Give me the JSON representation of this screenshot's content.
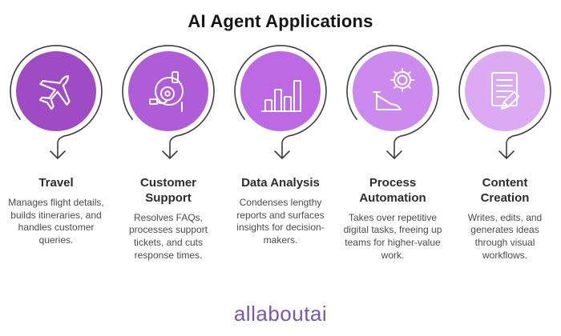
{
  "title": "AI Agent Applications",
  "colors": {
    "background": "#ffffff",
    "arrow_stroke": "#3d3d3d",
    "icon_stroke": "#ffffff",
    "title_text": "#161616",
    "heading_text": "#2d2d2d",
    "body_text": "#4b4b4b",
    "logo": "#7b57ab"
  },
  "modules": [
    {
      "title": "Travel",
      "description": "Manages flight details, builds itineraries, and handles customer queries.",
      "circle_color": "#9e4bc4",
      "icon": "airplane-icon"
    },
    {
      "title": "Customer Support",
      "description": "Resolves FAQs, processes support tickets, and cuts response times.",
      "circle_color": "#ae5cd8",
      "icon": "headset-icon"
    },
    {
      "title": "Data Analysis",
      "description": "Condenses lengthy reports and surfaces insights for decision-makers.",
      "circle_color": "#bd69e4",
      "icon": "bar-chart-icon"
    },
    {
      "title": "Process Automation",
      "description": "Takes over repetitive digital tasks, freeing up teams for higher-value work.",
      "circle_color": "#cd8aee",
      "icon": "gear-automation-icon"
    },
    {
      "title": "Content Creation",
      "description": "Writes, edits, and generates ideas through visual workflows.",
      "circle_color": "#dcaaf3",
      "icon": "document-pencil-icon"
    }
  ],
  "footer": {
    "logo_text": "allaboutai"
  }
}
